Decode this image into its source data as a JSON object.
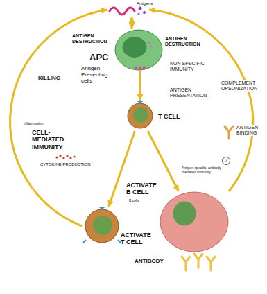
{
  "diagram": {
    "nodes": [
      {
        "text": [
          "Antigens"
        ]
      },
      {
        "text": [
          "APC",
          "Antigen Presenting cells"
        ]
      },
      {
        "text": [
          "T CELL"
        ]
      },
      {
        "text": [
          "ACTIVATE T CELL"
        ]
      },
      {
        "text": [
          "ACTIVATE B CELL"
        ]
      },
      {
        "text": [
          "ANTIBODY"
        ]
      }
    ],
    "edges": [
      {
        "from": 0,
        "to": 1,
        "arrow": "both"
      },
      {
        "from": 1,
        "to": 2,
        "arrow": "to"
      },
      {
        "from": 2,
        "to": 3,
        "arrow": "to"
      },
      {
        "from": 2,
        "to": 4,
        "arrow": "to"
      },
      {
        "from": 3,
        "to": 0,
        "arrow": "to"
      },
      {
        "from": 4,
        "to": 0,
        "arrow": "to"
      }
    ],
    "labels": [
      "ANTIGEN DESTRUCTION",
      "KILLING",
      "Inflammation",
      "CELL-MEDIATED IMMUNITY",
      "CYTOKINE PRODUCTION",
      "ANTIGEN DESTRUCTION",
      "NON SPECIFIC IMMUNITY",
      "ANTIGEN PRESENTATION",
      "COMPLEMENT OPSONIZATION",
      "ANTIGEN BINDING",
      "Antigen-specific, antibody-mediated immunity",
      "2",
      "B cells"
    ]
  }
}
